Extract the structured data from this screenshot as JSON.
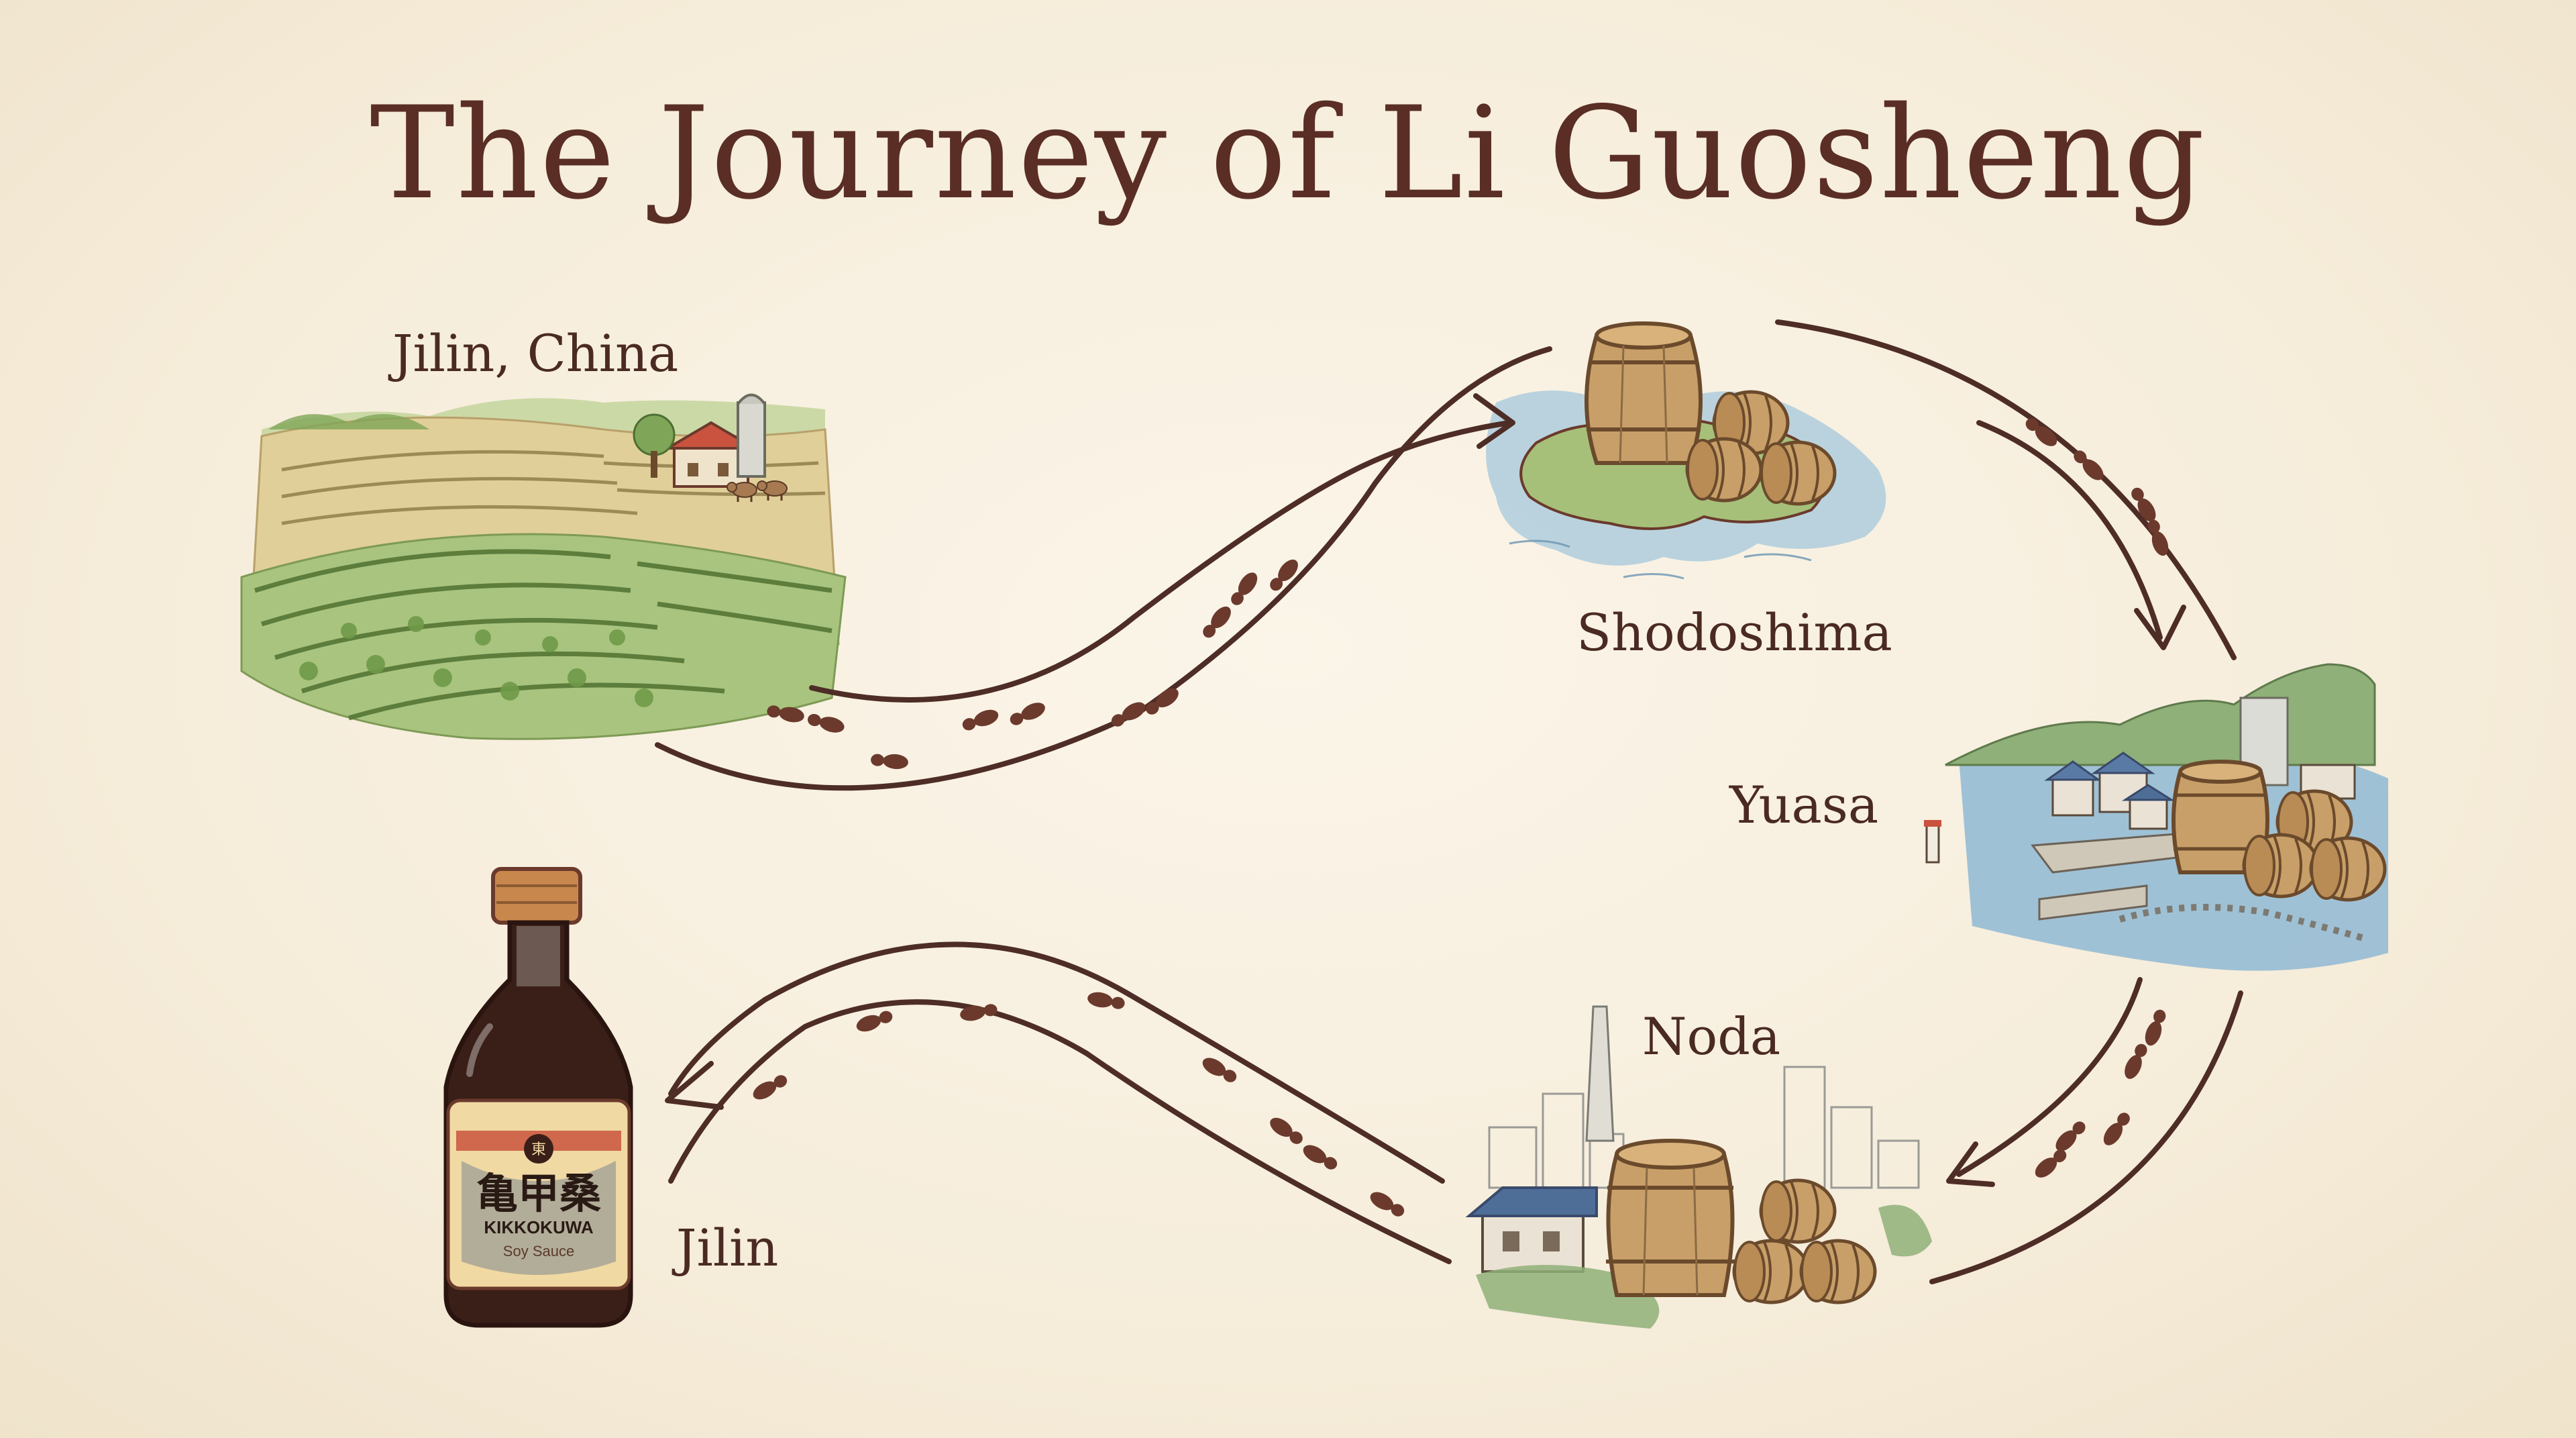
{
  "title": "The Journey of Li Guosheng",
  "places": {
    "start": "Jilin, China",
    "shodoshima": "Shodoshima",
    "yuasa": "Yuasa",
    "noda": "Noda",
    "end": "Jilin"
  },
  "bottle_label": {
    "kanji": "亀甲桑",
    "brand": "KIKKOKUWA",
    "product": "Soy Sauce",
    "mark": "東"
  },
  "colors": {
    "background": "#f6eddb",
    "ink": "#5a2e25",
    "path": "#4e2d26",
    "footprint": "#6b3a2c",
    "field_green": "#a6c07a",
    "field_tan": "#d8c48d",
    "water": "#8fb8d4",
    "wood": "#c29a63",
    "soy": "#3a1f18",
    "label_cream": "#f1d9a3",
    "label_blue": "#3d5b86"
  }
}
